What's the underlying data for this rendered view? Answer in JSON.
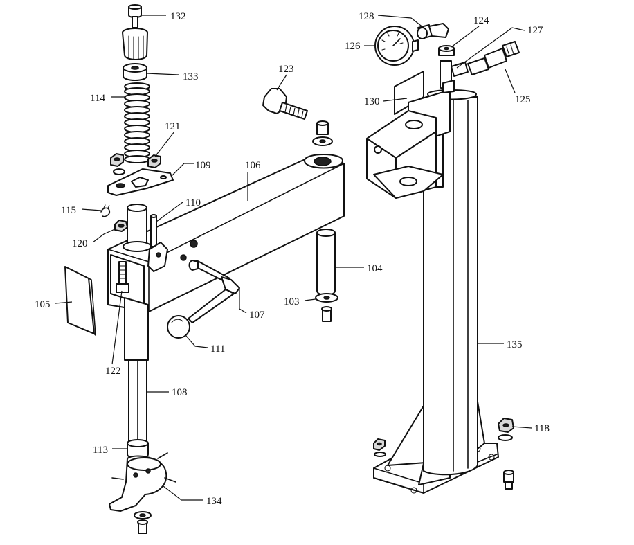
{
  "diagram": {
    "callouts": [
      {
        "id": "c132",
        "text": "132"
      },
      {
        "id": "c133",
        "text": "133"
      },
      {
        "id": "c114",
        "text": "114"
      },
      {
        "id": "c121",
        "text": "121"
      },
      {
        "id": "c109",
        "text": "109"
      },
      {
        "id": "c106",
        "text": "106"
      },
      {
        "id": "c123",
        "text": "123"
      },
      {
        "id": "c115",
        "text": "115"
      },
      {
        "id": "c110",
        "text": "110"
      },
      {
        "id": "c120",
        "text": "120"
      },
      {
        "id": "c104",
        "text": "104"
      },
      {
        "id": "c103",
        "text": "103"
      },
      {
        "id": "c105",
        "text": "105"
      },
      {
        "id": "c107",
        "text": "107"
      },
      {
        "id": "c111",
        "text": "111"
      },
      {
        "id": "c122",
        "text": "122"
      },
      {
        "id": "c108",
        "text": "108"
      },
      {
        "id": "c113",
        "text": "113"
      },
      {
        "id": "c134",
        "text": "134"
      },
      {
        "id": "c128",
        "text": "128"
      },
      {
        "id": "c124",
        "text": "124"
      },
      {
        "id": "c127",
        "text": "127"
      },
      {
        "id": "c126",
        "text": "126"
      },
      {
        "id": "c125",
        "text": "125"
      },
      {
        "id": "c130",
        "text": "130"
      },
      {
        "id": "c135",
        "text": "135"
      },
      {
        "id": "c118",
        "text": "118"
      }
    ]
  }
}
